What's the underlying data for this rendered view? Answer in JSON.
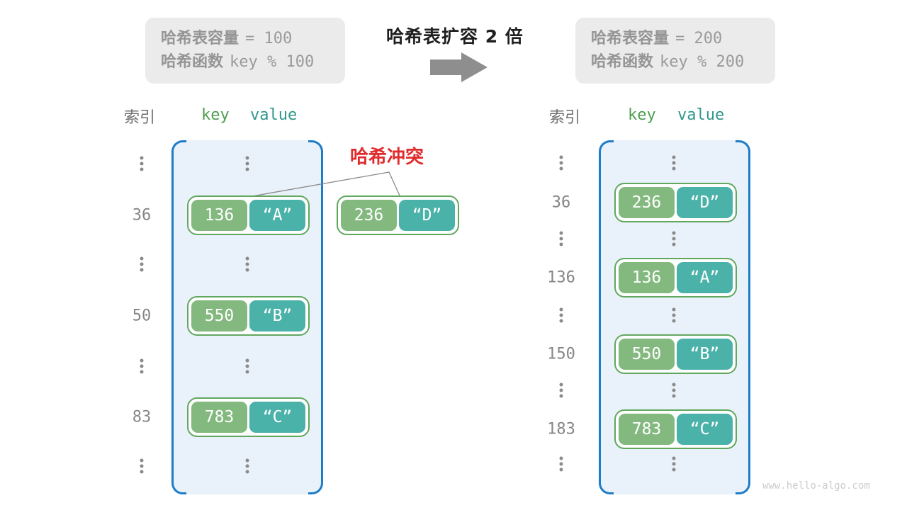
{
  "title": "哈希表扩容 2 倍",
  "collision_label": "哈希冲突",
  "watermark": "www.hello-algo.com",
  "before": {
    "info": {
      "capacity_label": "哈希表容量",
      "capacity_value": "= 100",
      "hash_label": "哈希函数",
      "hash_value": "key % 100"
    },
    "headers": {
      "index": "索引",
      "key": "key",
      "value": "value"
    },
    "rows": [
      {
        "index": "36",
        "key": "136",
        "value": "“A”"
      },
      {
        "index": "50",
        "key": "550",
        "value": "“B”"
      },
      {
        "index": "83",
        "key": "783",
        "value": "“C”"
      }
    ]
  },
  "collision_pair": {
    "key": "236",
    "value": "“D”"
  },
  "after": {
    "info": {
      "capacity_label": "哈希表容量",
      "capacity_value": "= 200",
      "hash_label": "哈希函数",
      "hash_value": "key % 200"
    },
    "headers": {
      "index": "索引",
      "key": "key",
      "value": "value"
    },
    "rows": [
      {
        "index": "36",
        "key": "236",
        "value": "“D”"
      },
      {
        "index": "136",
        "key": "136",
        "value": "“A”"
      },
      {
        "index": "150",
        "key": "550",
        "value": "“B”"
      },
      {
        "index": "183",
        "key": "783",
        "value": "“C”"
      }
    ]
  },
  "colors": {
    "key_green": "#83b97e",
    "value_teal": "#4bb2a9",
    "pair_border_green": "#60a85e",
    "bucket_fill": "#e9f1fa",
    "bucket_border_blue": "#1d7dc8",
    "collision_red": "#e02c2c",
    "info_box_bg": "#ebebeb",
    "info_text_gray": "#979797",
    "index_gray": "#858585",
    "arrow_gray": "#8e8e8e"
  }
}
